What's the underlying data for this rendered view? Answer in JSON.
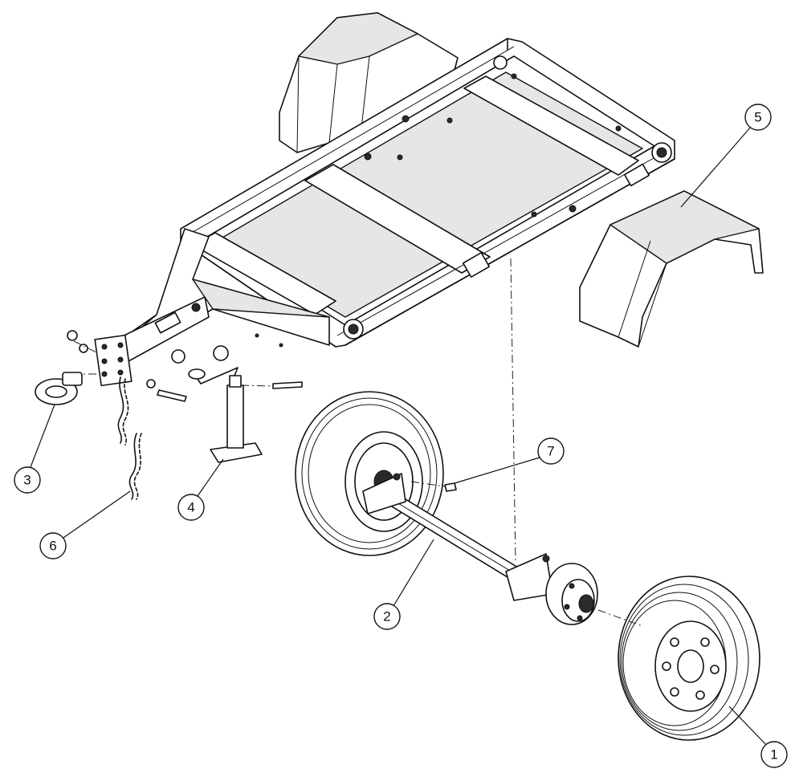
{
  "diagram": {
    "callouts": [
      {
        "id": 1,
        "label": "1"
      },
      {
        "id": 2,
        "label": "2"
      },
      {
        "id": 3,
        "label": "3"
      },
      {
        "id": 4,
        "label": "4"
      },
      {
        "id": 5,
        "label": "5"
      },
      {
        "id": 6,
        "label": "6"
      },
      {
        "id": 7,
        "label": "7"
      }
    ]
  }
}
